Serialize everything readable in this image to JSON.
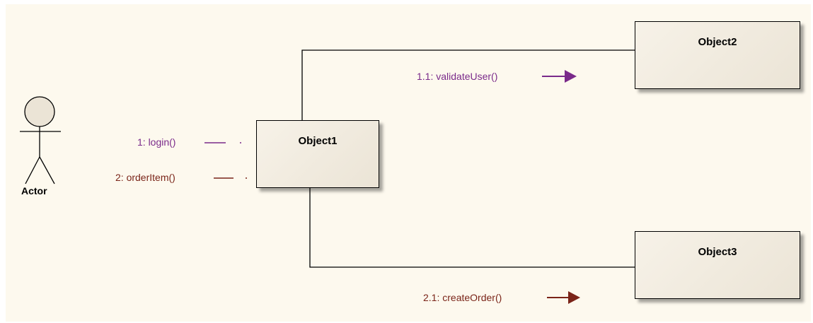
{
  "diagram": {
    "actor": {
      "label": "Actor"
    },
    "objects": [
      {
        "id": "obj1",
        "label": "Object1"
      },
      {
        "id": "obj2",
        "label": "Object2"
      },
      {
        "id": "obj3",
        "label": "Object3"
      }
    ],
    "messages": [
      {
        "id": "m1",
        "label": "1: login()",
        "color": "#7a2a8a"
      },
      {
        "id": "m2",
        "label": "2: orderItem()",
        "color": "#7a2418"
      },
      {
        "id": "m11",
        "label": "1.1: validateUser()",
        "color": "#7a2a8a"
      },
      {
        "id": "m21",
        "label": "2.1: createOrder()",
        "color": "#7a2418"
      }
    ]
  }
}
